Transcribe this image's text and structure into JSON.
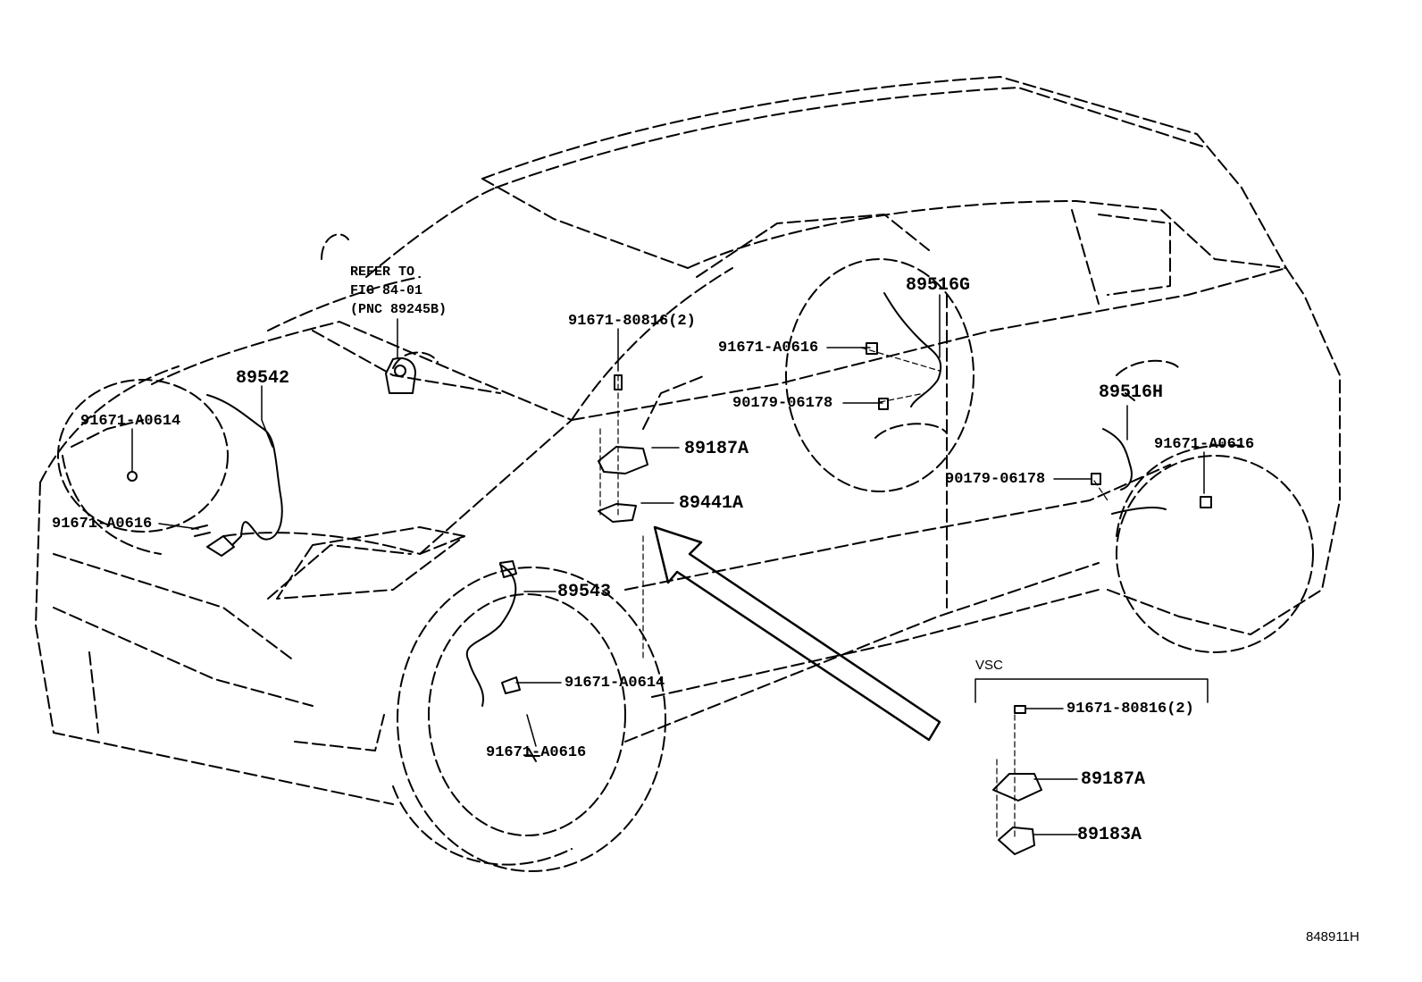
{
  "diagram": {
    "refer_note": {
      "line1": "REFER TO",
      "line2": "FIG 84-01",
      "line3": "(PNC 89245B)"
    },
    "labels": {
      "p89542": "89542",
      "p91671_a0614_front": "91671-A0614",
      "p91671_a0616_front": "91671-A0616",
      "p91671_80816": "91671-80816(2)",
      "p89187a": "89187A",
      "p89441a": "89441A",
      "p89543": "89543",
      "p91671_a0614_wheel": "91671-A0614",
      "p91671_a0616_wheel": "91671-A0616",
      "p89516g": "89516G",
      "p91671_a0616_rear_door": "91671-A0616",
      "p90179_06178_door": "90179-06178",
      "p89516h": "89516H",
      "p91671_a0616_rear": "91671-A0616",
      "p90179_06178_rear": "90179-06178"
    },
    "vsc": {
      "title": "VSC",
      "p91671_80816": "91671-80816(2)",
      "p89187a": "89187A",
      "p89183a": "89183A"
    },
    "figure_code": "848911H"
  }
}
